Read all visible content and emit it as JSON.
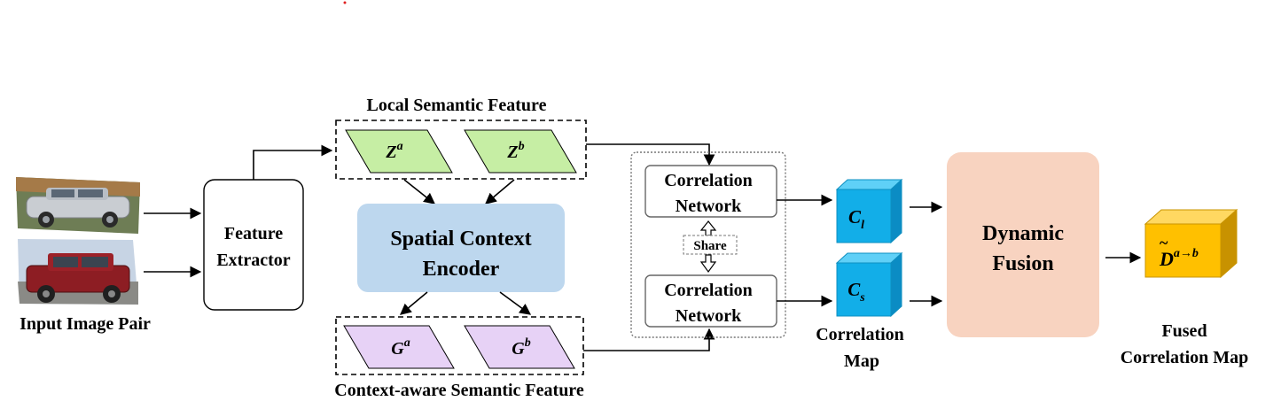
{
  "input": {
    "label": "Input Image Pair"
  },
  "feature_extractor": {
    "line1": "Feature",
    "line2": "Extractor"
  },
  "local_feature": {
    "title": "Local Semantic Feature",
    "za_base": "Z",
    "za_sup": "a",
    "zb_base": "Z",
    "zb_sup": "b"
  },
  "encoder": {
    "line1": "Spatial Context",
    "line2": "Encoder"
  },
  "context_feature": {
    "title": "Context-aware Semantic Feature",
    "ga_base": "G",
    "ga_sup": "a",
    "gb_base": "G",
    "gb_sup": "b"
  },
  "correlation": {
    "top_line1": "Correlation",
    "top_line2": "Network",
    "bottom_line1": "Correlation",
    "bottom_line2": "Network",
    "share": "Share"
  },
  "cmaps": {
    "cl_base": "C",
    "cl_sub": "l",
    "cs_base": "C",
    "cs_sub": "s",
    "label_line1": "Correlation",
    "label_line2": "Map"
  },
  "fusion": {
    "line1": "Dynamic",
    "line2": "Fusion"
  },
  "fused": {
    "base": "D",
    "tilde": "~",
    "sup": "a→b",
    "label_line1": "Fused",
    "label_line2": "Correlation Map"
  },
  "colors": {
    "green_feature": "#c6eea4",
    "purple_feature": "#e7d2f6",
    "encoder_blue": "#bdd7ee",
    "cube_blue": "#12aee8",
    "fusion_peach": "#f8d3c0",
    "cube_gold": "#ffc000"
  }
}
